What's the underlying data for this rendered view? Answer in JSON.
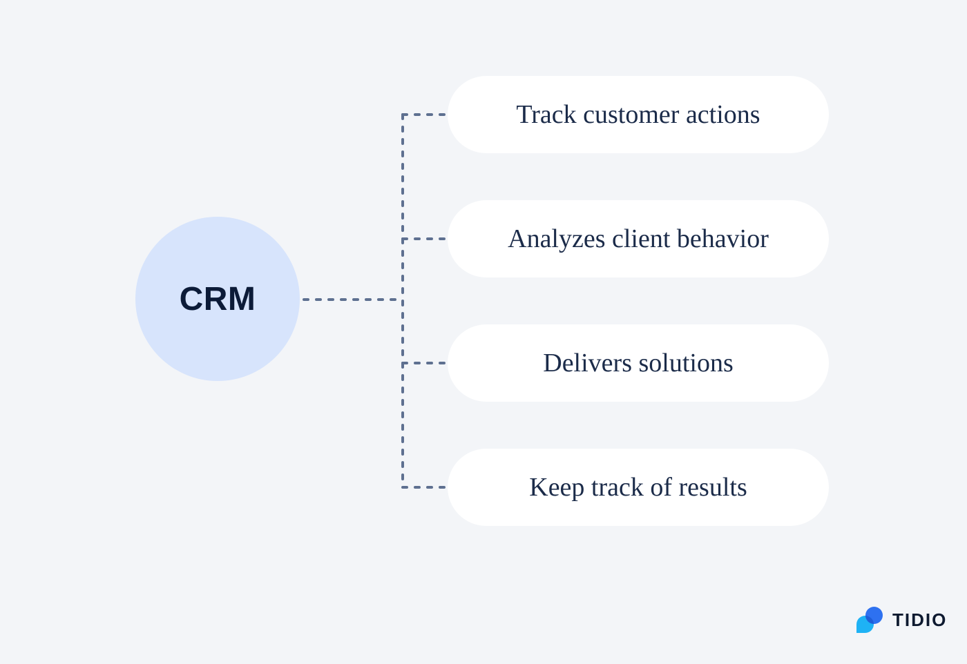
{
  "diagram": {
    "background_color": "#f3f5f8",
    "root_node": {
      "label": "CRM",
      "fill_color": "#d7e4fc",
      "text_color": "#0c1b38"
    },
    "connector": {
      "style": "dashed",
      "color": "#5e7090"
    },
    "branches": [
      {
        "label": "Track customer actions"
      },
      {
        "label": "Analyzes client behavior"
      },
      {
        "label": "Delivers solutions"
      },
      {
        "label": "Keep track of results"
      }
    ],
    "pill": {
      "fill_color": "#ffffff",
      "text_color": "#1b2b49"
    }
  },
  "branding": {
    "logo_text": "TIDIO",
    "logo_text_color": "#0e1a30",
    "logo_mark": {
      "icon": "chat-bubbles-icon",
      "bubble_color": "#1eb2f5",
      "circle_color": "#2e71f0",
      "overlap_color": "#1e5ed8"
    }
  }
}
